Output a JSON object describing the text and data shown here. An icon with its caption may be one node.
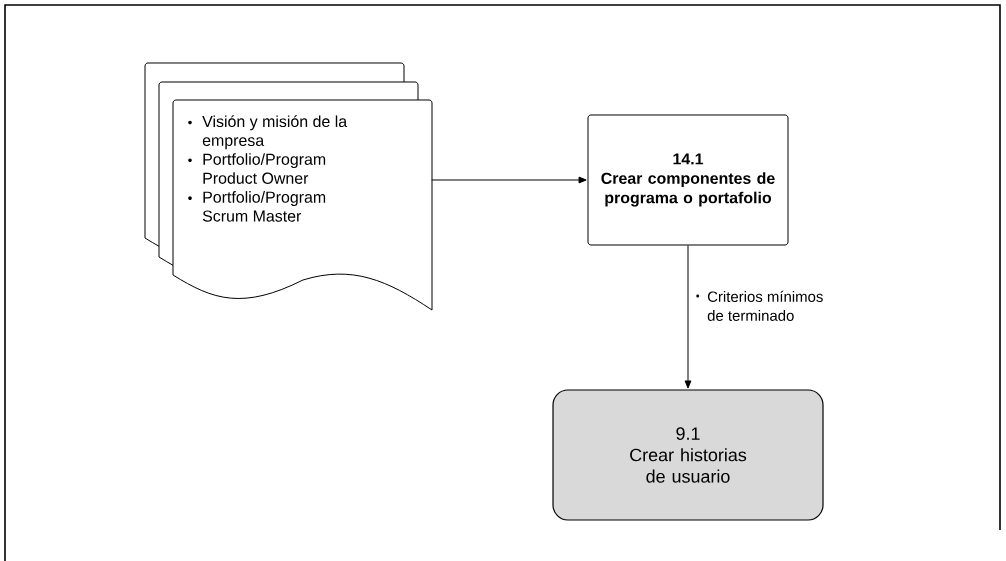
{
  "diagram": {
    "nodes": [
      {
        "text": [
          "Visión y misión de la empresa",
          "Portfolio/Program Product Owner",
          "Portfolio/Program Scrum Master"
        ]
      },
      {
        "text": [
          "14.1",
          "Crear componentes de programa o portafolio"
        ]
      },
      {
        "text": [
          "9.1",
          "Crear historias de usuario"
        ]
      }
    ],
    "edges": [
      {
        "from": 0,
        "to": 1,
        "arrow": "to"
      },
      {
        "from": 1,
        "to": 2,
        "arrow": "to",
        "label": "Criterios mínimos de terminado"
      }
    ]
  }
}
